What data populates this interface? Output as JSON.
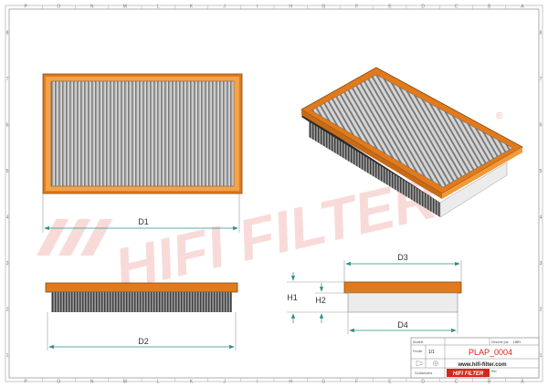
{
  "frame": {
    "cols": [
      "P",
      "O",
      "N",
      "M",
      "L",
      "K",
      "J",
      "I",
      "H",
      "G",
      "F",
      "E",
      "D",
      "C",
      "B",
      "A"
    ],
    "rows": [
      "8",
      "7",
      "6",
      "5",
      "4",
      "3",
      "2",
      "1"
    ]
  },
  "watermark": {
    "text": "HIFI FILTER"
  },
  "registered": "®",
  "dimensions": {
    "d1": "D1",
    "d2": "D2",
    "d3": "D3",
    "d4": "D4",
    "h1": "H1",
    "h2": "H2"
  },
  "title_block": {
    "modele_label": "Modèle",
    "feuille_label": "Feuille",
    "feuille_value": "1/1",
    "software": "Solidworks",
    "dessine_label": "Dessiné par",
    "dessine_value": "LISH",
    "ref_label": "Réf.",
    "part_number": "PLAP_0004",
    "website": "www.hifi-filter.com",
    "brand": "HIFI FILTER"
  },
  "colors": {
    "frame_orange": "#e07a1c",
    "frame_orange_light": "#f4a24a",
    "dim_teal": "#2a8f86",
    "watermark_red": "#d8251c",
    "brand_bg": "#d8251c"
  }
}
